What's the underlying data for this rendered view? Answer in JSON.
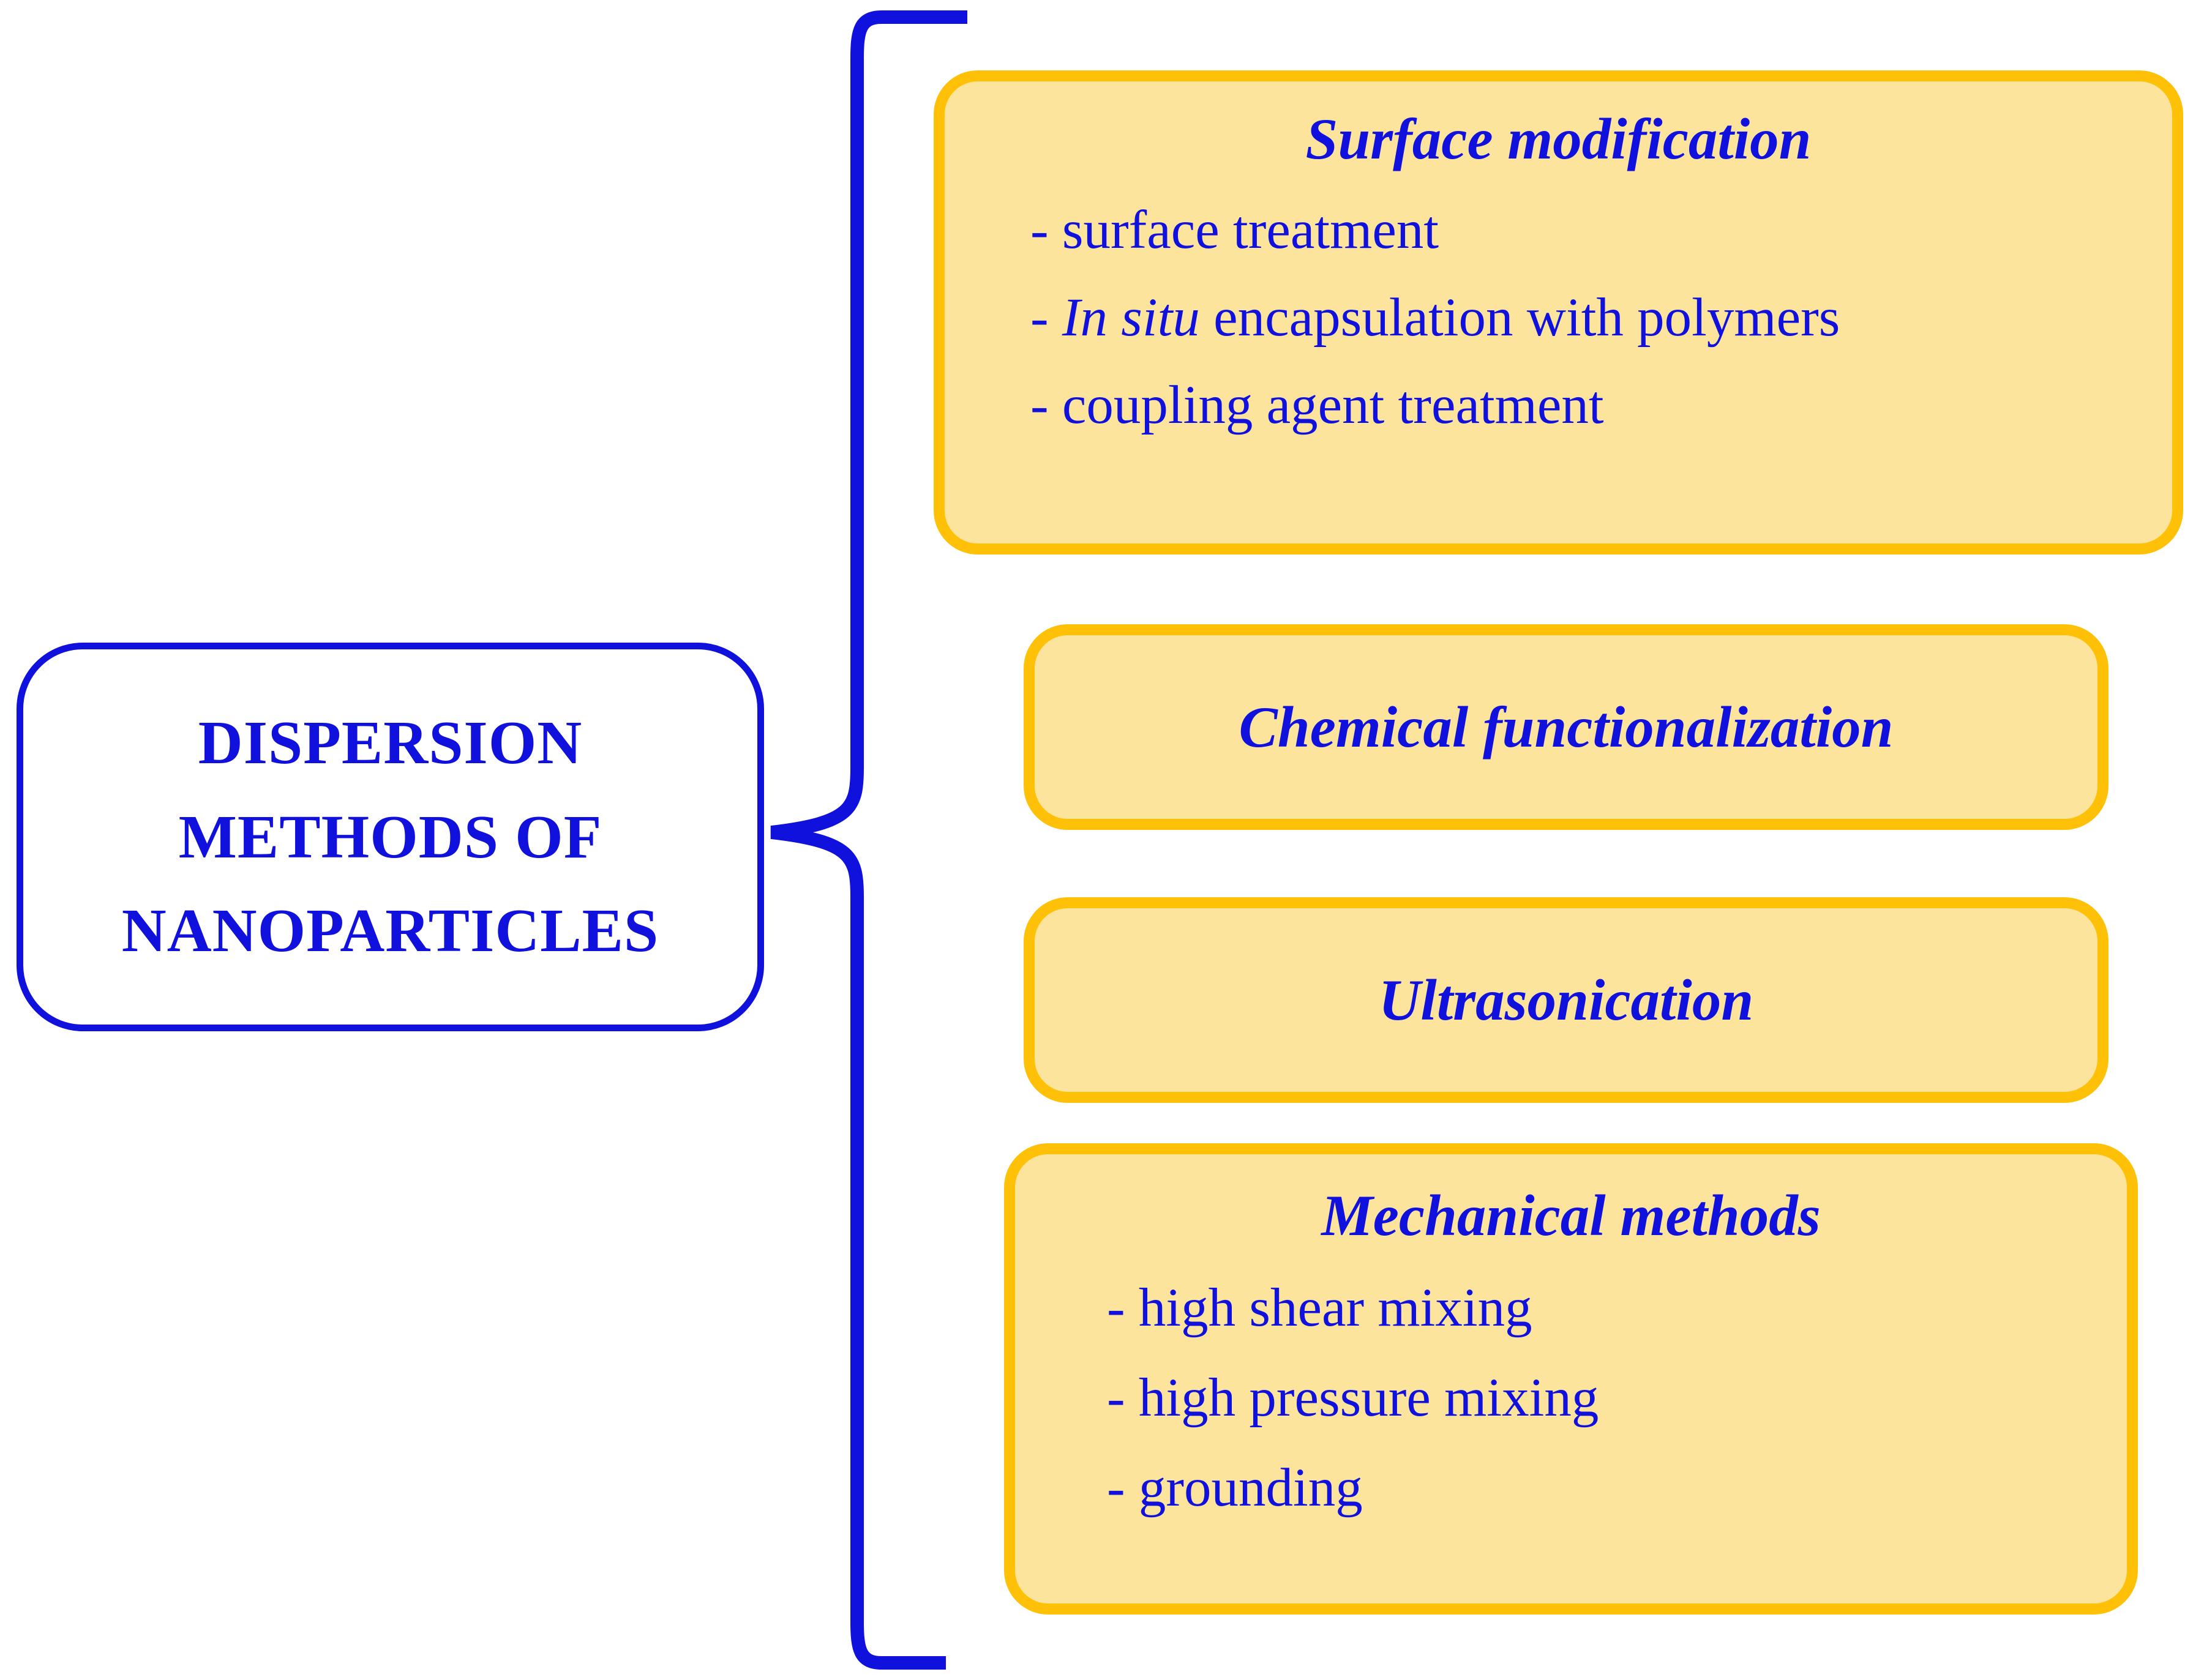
{
  "diagram": {
    "title_node": {
      "lines": [
        "DISPERSION",
        "METHODS OF",
        "NANOPARTICLES"
      ]
    },
    "connector": {
      "type": "curly-brace",
      "orientation": "left-pointing",
      "color": "#1111DD"
    },
    "branches": [
      {
        "id": "surface-modification",
        "title": "Surface modification",
        "items": [
          {
            "dash": "-",
            "italic_lead": "",
            "text": "surface treatment"
          },
          {
            "dash": "-",
            "italic_lead": "In situ",
            "text": "encapsulation with polymers"
          },
          {
            "dash": "-",
            "italic_lead": "",
            "text": "coupling agent treatment"
          }
        ]
      },
      {
        "id": "chemical-functionalization",
        "title": "Chemical functionalization",
        "items": []
      },
      {
        "id": "ultrasonication",
        "title": "Ultrasonication",
        "items": []
      },
      {
        "id": "mechanical-methods",
        "title": "Mechanical methods",
        "items": [
          {
            "dash": "-",
            "italic_lead": "",
            "text": "high shear mixing"
          },
          {
            "dash": "-",
            "italic_lead": "",
            "text": "high pressure mixing"
          },
          {
            "dash": "-",
            "italic_lead": "",
            "text": "grounding"
          }
        ]
      }
    ],
    "colors": {
      "text_blue": "#1111DD",
      "card_fill": "#FCE49C",
      "card_border": "#FFC107",
      "root_border": "#1111DD",
      "background": "#FFFFFF"
    }
  }
}
